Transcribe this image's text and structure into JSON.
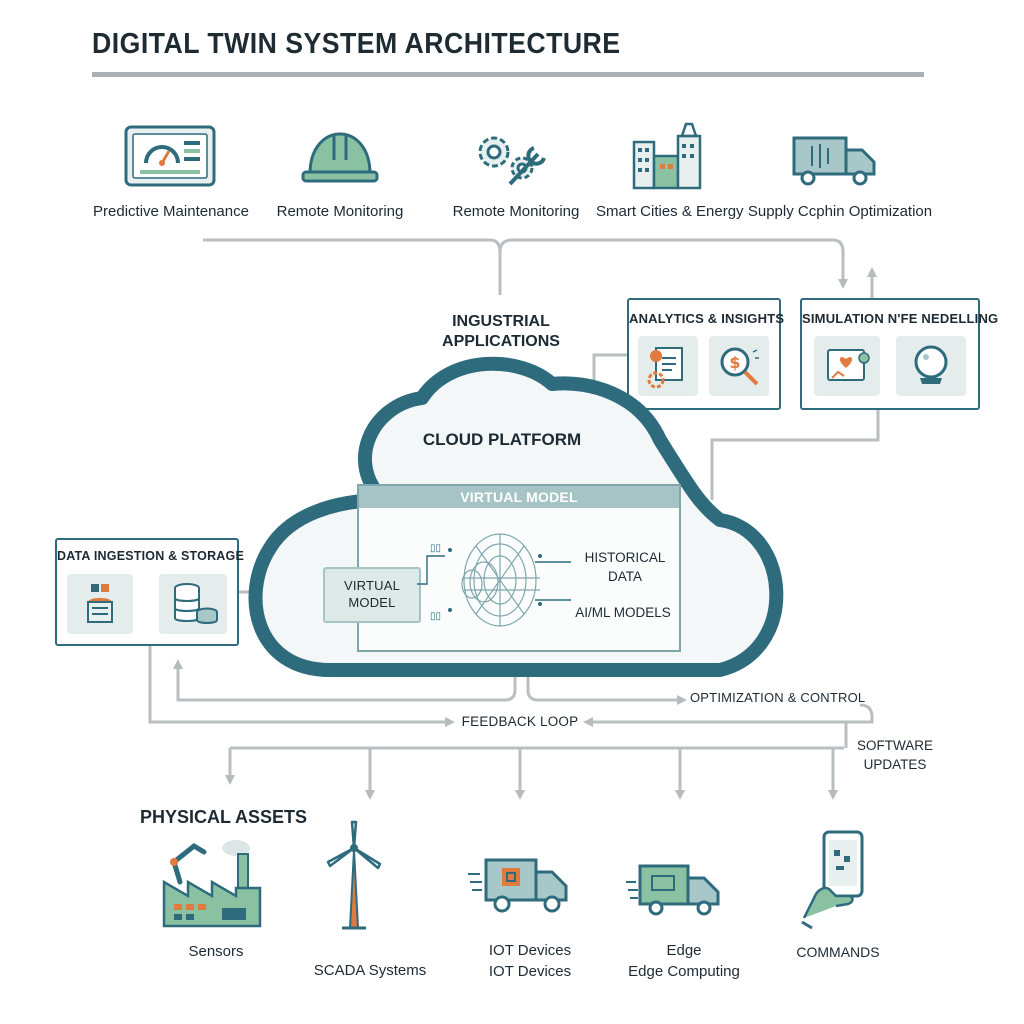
{
  "title": "DIGITAL TWIN SYSTEM ARCHITECTURE",
  "top_applications": [
    {
      "label": "Predictive Maintenance",
      "icon": "dashboard-gauge-icon"
    },
    {
      "label": "Remote Monitoring",
      "icon": "hard-hat-icon"
    },
    {
      "label": "Remote Monitoring",
      "icon": "gears-wrench-icon"
    },
    {
      "label": "Smart Cities & Energy",
      "icon": "city-buildings-icon"
    },
    {
      "label": "Supply Ccphin Optimization",
      "icon": "delivery-truck-icon"
    }
  ],
  "industrial_applications": "INGUSTRIAL APPLICATIONS",
  "analytics": {
    "title": "ANALYTICS & INSIGHTS",
    "icons": [
      "report-gear-icon",
      "magnifier-dollar-icon"
    ]
  },
  "simulation": {
    "title": "SIMULATION N'FE NEDELLING",
    "icons": [
      "heart-monitor-icon",
      "crystal-ball-icon"
    ]
  },
  "cloud": {
    "title": "CLOUD PLATFORM",
    "virtual_model_header": "VIRTUAL MODEL",
    "virtual_model_label": "VIRTUAL MODEL",
    "historical_data": "HISTORICAL DATA",
    "ai_ml_models": "AI/ML MODELS",
    "mini_labels": [
      "▯▯",
      "▯▯"
    ]
  },
  "data_ingestion": {
    "title": "DATA INGESTION & STORAGE",
    "icons": [
      "server-data-icon",
      "database-stack-icon"
    ]
  },
  "optimization_control": "OPTIMIZATION & CONTROL",
  "feedback_loop": "FEEDBACK LOOP",
  "software_updates": "SOFTWARE UPDATES",
  "physical_assets": "PHYSICAL ASSETS",
  "bottom_assets": [
    {
      "label": "Sensors",
      "icon": "factory-robot-arm-icon"
    },
    {
      "label": "SCADA Systems",
      "icon": "wind-turbine-icon"
    },
    {
      "label": "IOT Devices\nIOT Devices",
      "icon": "iot-truck-icon"
    },
    {
      "label": "Edge\nEdge Computing",
      "icon": "edge-truck-icon"
    },
    {
      "label": "COMMANDS",
      "icon": "smartphone-hand-icon"
    }
  ],
  "colors": {
    "teal": "#2d6b7d",
    "light_teal": "#a8c7c8",
    "orange": "#e07a3f",
    "green": "#8bc1a3",
    "gray_line": "#b6bcbe"
  }
}
